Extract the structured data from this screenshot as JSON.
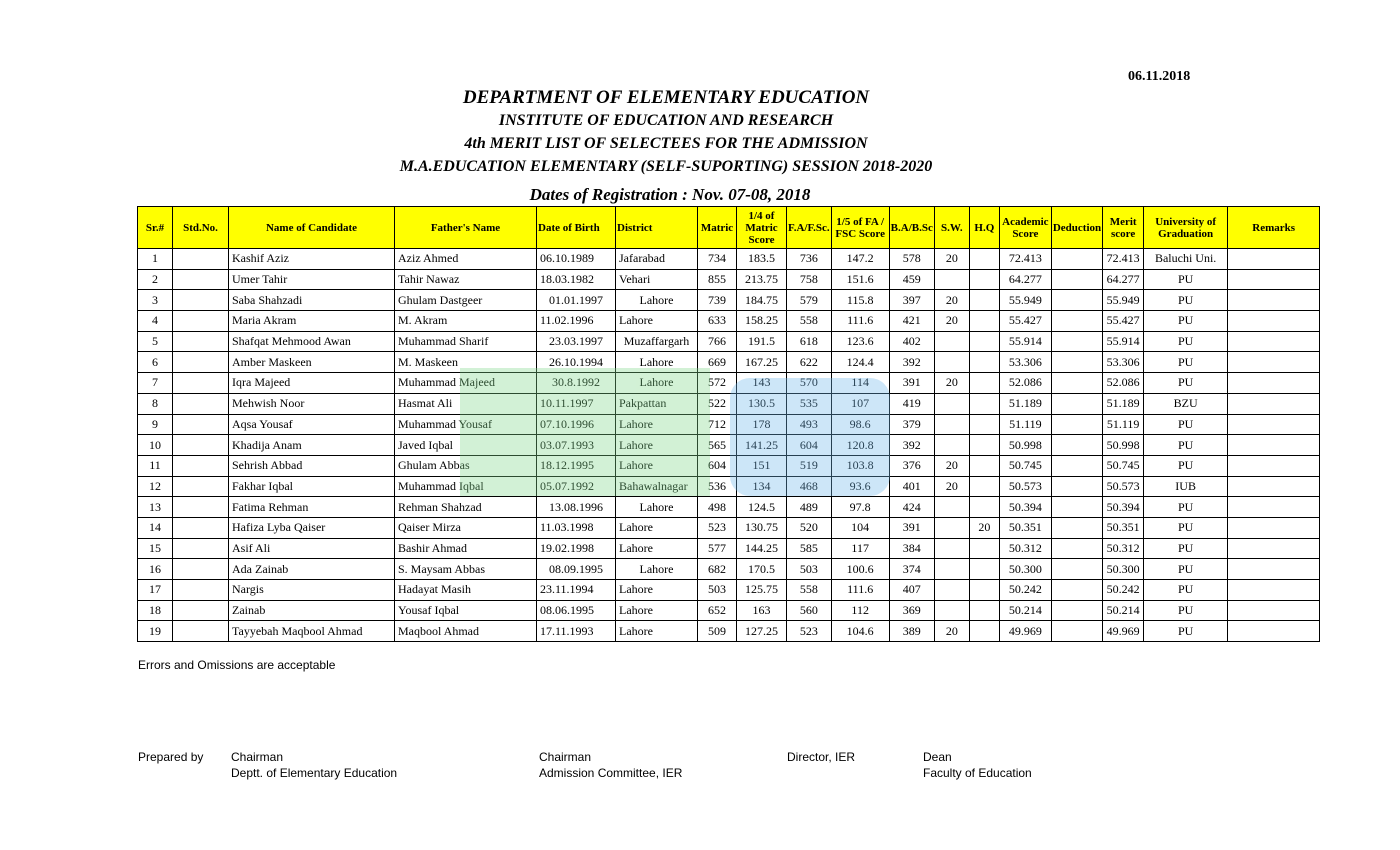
{
  "date": "06.11.2018",
  "titles": {
    "department": "DEPARTMENT OF ELEMENTARY  EDUCATION",
    "institute": "INSTITUTE OF EDUCATION AND RESEARCH",
    "list": "4th MERIT LIST OF SELECTEES FOR THE  ADMISSION",
    "program": "M.A.EDUCATION  ELEMENTARY (SELF-SUPORTING) SESSION 2018-2020",
    "registration": "Dates of Registration : Nov. 07-08, 2018"
  },
  "table": {
    "headers": [
      "Sr.#",
      "Std.No.",
      "Name of Candidate",
      "Father's Name",
      "Date of Birth",
      "District",
      "Matric",
      "1/4 of Matric Score",
      "F.A/F.Sc.",
      "1/5 of FA / FSC Score",
      "B.A/B.Sc",
      "S.W.",
      "H.Q",
      "Academic Score",
      "Deduction",
      "Merit score",
      "University of Graduation",
      "Remarks"
    ],
    "rows": [
      [
        "1",
        "",
        "Kashif Aziz",
        "Aziz Ahmed",
        "06.10.1989",
        "Jafarabad",
        "734",
        "183.5",
        "736",
        "147.2",
        "578",
        "20",
        "",
        "72.413",
        "",
        "72.413",
        "Baluchi Uni.",
        ""
      ],
      [
        "2",
        "",
        "Umer Tahir",
        "Tahir Nawaz",
        "18.03.1982",
        "Vehari",
        "855",
        "213.75",
        "758",
        "151.6",
        "459",
        "",
        "",
        "64.277",
        "",
        "64.277",
        "PU",
        ""
      ],
      [
        "3",
        "",
        "Saba Shahzadi",
        "Ghulam Dastgeer",
        "01.01.1997",
        "Lahore",
        "739",
        "184.75",
        "579",
        "115.8",
        "397",
        "20",
        "",
        "55.949",
        "",
        "55.949",
        "PU",
        ""
      ],
      [
        "4",
        "",
        "Maria Akram",
        "M. Akram",
        "11.02.1996",
        "Lahore",
        "633",
        "158.25",
        "558",
        "111.6",
        "421",
        "20",
        "",
        "55.427",
        "",
        "55.427",
        "PU",
        ""
      ],
      [
        "5",
        "",
        "Shafqat Mehmood Awan",
        "Muhammad Sharif",
        "23.03.1997",
        "Muzaffargarh",
        "766",
        "191.5",
        "618",
        "123.6",
        "402",
        "",
        "",
        "55.914",
        "",
        "55.914",
        "PU",
        ""
      ],
      [
        "6",
        "",
        "Amber Maskeen",
        "M. Maskeen",
        "26.10.1994",
        "Lahore",
        "669",
        "167.25",
        "622",
        "124.4",
        "392",
        "",
        "",
        "53.306",
        "",
        "53.306",
        "PU",
        ""
      ],
      [
        "7",
        "",
        "Iqra Majeed",
        "Muhammad Majeed",
        "30.8.1992",
        "Lahore",
        "572",
        "143",
        "570",
        "114",
        "391",
        "20",
        "",
        "52.086",
        "",
        "52.086",
        "PU",
        ""
      ],
      [
        "8",
        "",
        "Mehwish Noor",
        "Hasmat Ali",
        "10.11.1997",
        "Pakpattan",
        "522",
        "130.5",
        "535",
        "107",
        "419",
        "",
        "",
        "51.189",
        "",
        "51.189",
        "BZU",
        ""
      ],
      [
        "9",
        "",
        "Aqsa Yousaf",
        "Muhammad Yousaf",
        "07.10.1996",
        "Lahore",
        "712",
        "178",
        "493",
        "98.6",
        "379",
        "",
        "",
        "51.119",
        "",
        "51.119",
        "PU",
        ""
      ],
      [
        "10",
        "",
        "Khadija Anam",
        "Javed Iqbal",
        "03.07.1993",
        "Lahore",
        "565",
        "141.25",
        "604",
        "120.8",
        "392",
        "",
        "",
        "50.998",
        "",
        "50.998",
        "PU",
        ""
      ],
      [
        "11",
        "",
        "Sehrish Abbad",
        "Ghulam Abbas",
        "18.12.1995",
        "Lahore",
        "604",
        "151",
        "519",
        "103.8",
        "376",
        "20",
        "",
        "50.745",
        "",
        "50.745",
        "PU",
        ""
      ],
      [
        "12",
        "",
        "Fakhar Iqbal",
        "Muhammad Iqbal",
        "05.07.1992",
        "Bahawalnagar",
        "536",
        "134",
        "468",
        "93.6",
        "401",
        "20",
        "",
        "50.573",
        "",
        "50.573",
        "IUB",
        ""
      ],
      [
        "13",
        "",
        "Fatima Rehman",
        "Rehman Shahzad",
        "13.08.1996",
        "Lahore",
        "498",
        "124.5",
        "489",
        "97.8",
        "424",
        "",
        "",
        "50.394",
        "",
        "50.394",
        "PU",
        ""
      ],
      [
        "14",
        "",
        "Hafiza Lyba Qaiser",
        "Qaiser Mirza",
        "11.03.1998",
        "Lahore",
        "523",
        "130.75",
        "520",
        "104",
        "391",
        "",
        "20",
        "50.351",
        "",
        "50.351",
        "PU",
        ""
      ],
      [
        "15",
        "",
        "Asif Ali",
        "Bashir Ahmad",
        "19.02.1998",
        "Lahore",
        "577",
        "144.25",
        "585",
        "117",
        "384",
        "",
        "",
        "50.312",
        "",
        "50.312",
        "PU",
        ""
      ],
      [
        "16",
        "",
        "Ada Zainab",
        "S. Maysam Abbas",
        "08.09.1995",
        "Lahore",
        "682",
        "170.5",
        "503",
        "100.6",
        "374",
        "",
        "",
        "50.300",
        "",
        "50.300",
        "PU",
        ""
      ],
      [
        "17",
        "",
        "Nargis",
        "Hadayat Masih",
        "23.11.1994",
        "Lahore",
        "503",
        "125.75",
        "558",
        "111.6",
        "407",
        "",
        "",
        "50.242",
        "",
        "50.242",
        "PU",
        ""
      ],
      [
        "18",
        "",
        "Zainab",
        "Yousaf Iqbal",
        "08.06.1995",
        "Lahore",
        "652",
        "163",
        "560",
        "112",
        "369",
        "",
        "",
        "50.214",
        "",
        "50.214",
        "PU",
        ""
      ],
      [
        "19",
        "",
        "Tayyebah Maqbool Ahmad",
        "Maqbool Ahmad",
        "17.11.1993",
        "Lahore",
        "509",
        "127.25",
        "523",
        "104.6",
        "389",
        "20",
        "",
        "49.969",
        "",
        "49.969",
        "PU",
        ""
      ]
    ]
  },
  "note": "Errors and Omissions are acceptable",
  "signatures": {
    "prepared_by": "Prepared by",
    "chairman_dept_title": "Chairman",
    "chairman_dept_sub": "Deptt. of Elementary Education",
    "chairman_adm_title": "Chairman",
    "chairman_adm_sub": "Admission Committee, IER",
    "director": "Director, IER",
    "dean_title": "Dean",
    "dean_sub": "Faculty of Education"
  }
}
